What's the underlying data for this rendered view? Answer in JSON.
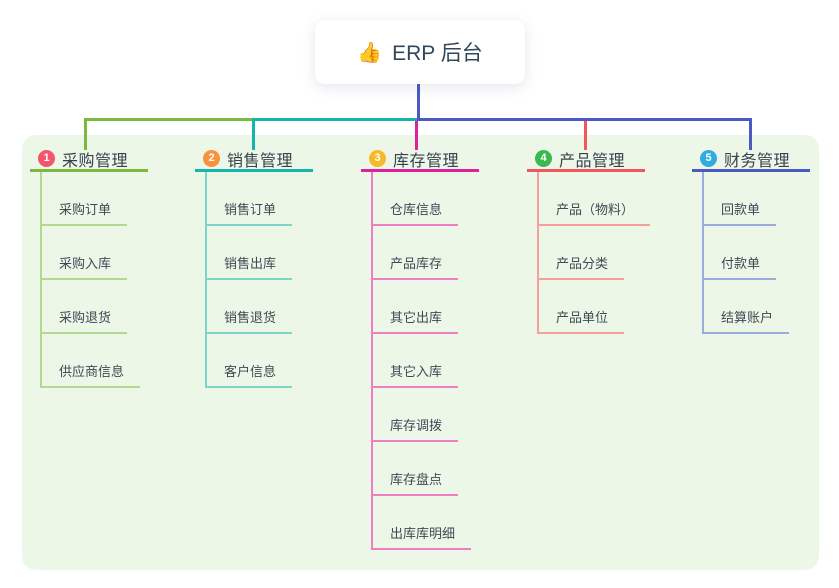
{
  "root": {
    "icon": "👍",
    "title": "ERP 后台"
  },
  "canvas": {
    "background": "#ffffff",
    "panel_color": "#edf7e8",
    "root_connector_color": "#4a5ac2"
  },
  "branches": [
    {
      "num": "1",
      "title": "采购管理",
      "badge_color": "#f2566a",
      "line_color": "#7cb93f",
      "child_line_color": "#b2d98f",
      "children": [
        "采购订单",
        "采购入库",
        "采购退货",
        "供应商信息"
      ]
    },
    {
      "num": "2",
      "title": "销售管理",
      "badge_color": "#f9923d",
      "line_color": "#13b5ac",
      "child_line_color": "#7ed3cb",
      "children": [
        "销售订单",
        "销售出库",
        "销售退货",
        "客户信息"
      ]
    },
    {
      "num": "3",
      "title": "库存管理",
      "badge_color": "#f7b928",
      "line_color": "#e0219e",
      "child_line_color": "#f07ec0",
      "children": [
        "仓库信息",
        "产品库存",
        "其它出库",
        "其它入库",
        "库存调拨",
        "库存盘点",
        "出库库明细"
      ]
    },
    {
      "num": "4",
      "title": "产品管理",
      "badge_color": "#3bb950",
      "line_color": "#f2555c",
      "child_line_color": "#f7a09b",
      "children": [
        "产品（物料）",
        "产品分类",
        "产品单位"
      ]
    },
    {
      "num": "5",
      "title": "财务管理",
      "badge_color": "#30acdf",
      "line_color": "#4a5ac2",
      "child_line_color": "#9cabdf",
      "children": [
        "回款单",
        "付款单",
        "结算账户"
      ]
    }
  ]
}
